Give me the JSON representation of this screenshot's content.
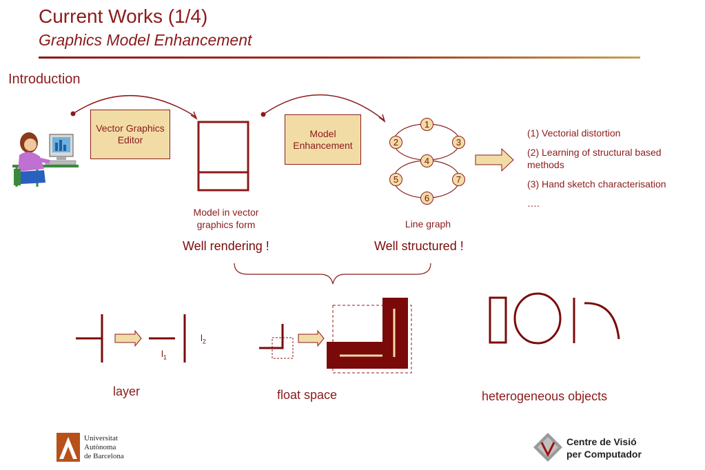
{
  "header": {
    "title": "Current Works (1/4)",
    "subtitle": "Graphics Model Enhancement"
  },
  "section": {
    "heading": "Introduction"
  },
  "flow": {
    "editor_box": "Vector Graphics Editor",
    "enhancement_box": "Model Enhancement",
    "model_caption": "Model in vector graphics form",
    "graph_caption": "Line graph",
    "graph_nodes": [
      "1",
      "2",
      "3",
      "4",
      "5",
      "6",
      "7"
    ],
    "well_rendering": "Well rendering !",
    "well_structured": "Well structured !"
  },
  "methods": [
    "(1) Vectorial distortion",
    "(2) Learning of structural based methods",
    "(3) Hand sketch characterisation",
    "…."
  ],
  "problems": {
    "layer": "layer",
    "l1": "l",
    "l1_sub": "1",
    "l2": "l",
    "l2_sub": "2",
    "float_space": "float space",
    "heterogeneous": "heterogeneous objects"
  },
  "footer": {
    "uab_line1": "Universitat",
    "uab_line2": "Autònoma",
    "uab_line3": "de Barcelona",
    "cvc_line1": "Centre de Visió",
    "cvc_line2": "per Computador"
  },
  "colors": {
    "accent": "#8b1a1a",
    "box_fill": "#f2dca6"
  }
}
